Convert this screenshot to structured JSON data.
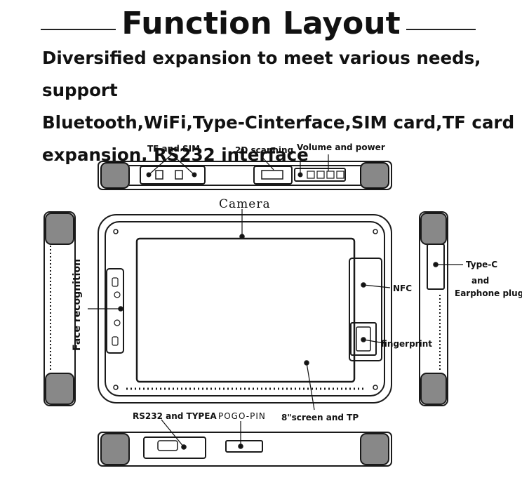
{
  "title": "Function Layout",
  "description_lines": [
    "Diversified expansion to meet various needs, support",
    "Bluetooth,WiFi,Type-Cinterface,SIM card,TF card",
    "expansion, RS232 interface"
  ],
  "labels": {
    "tf_sim": "TF and SIM",
    "scanning": "2D scanning",
    "volume_power": "Volume and  power",
    "camera": "Camera",
    "face": "Face recognition",
    "nfc": "NFC",
    "typec": "Type-C",
    "and": "and",
    "earphone": "Earphone plug",
    "fingerprint": "fingerprint",
    "screen": "8\"screen and TP",
    "rs232": "RS232 and  TYPEA",
    "pogo": "POGO-PIN"
  }
}
